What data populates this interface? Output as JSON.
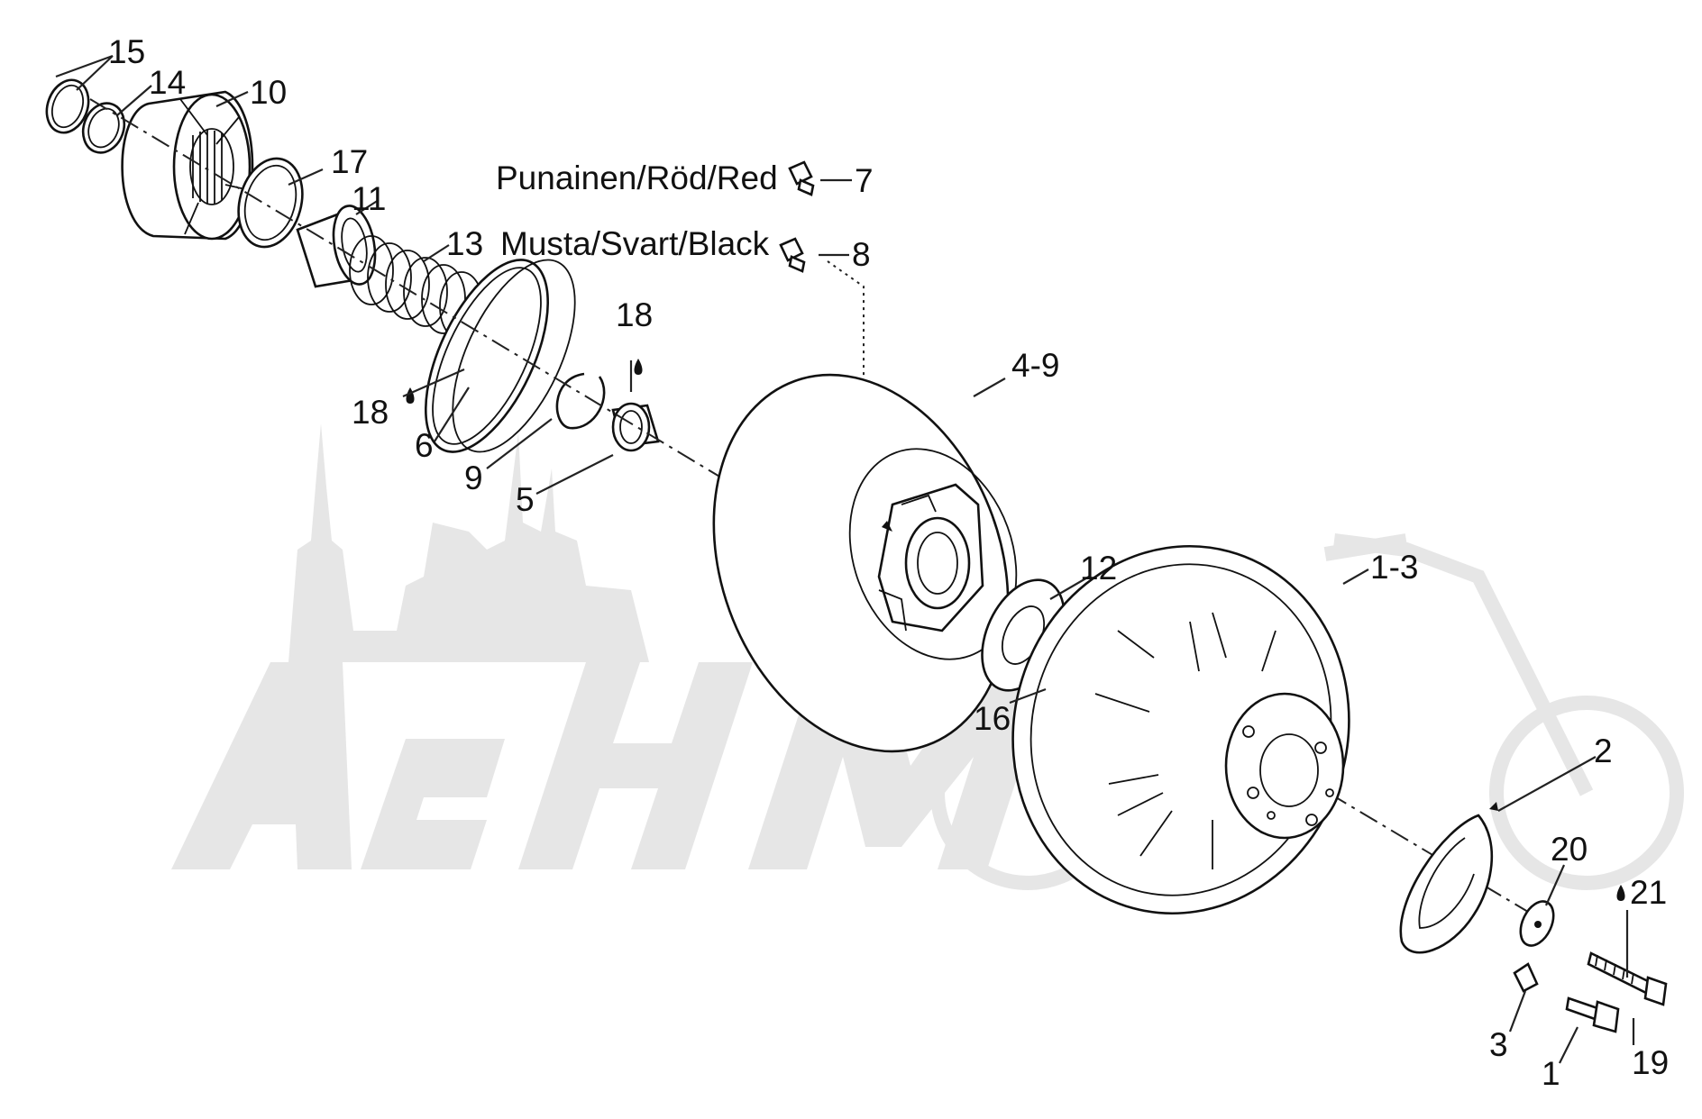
{
  "watermark": {
    "text": "AeHM",
    "color": "#e6e6e6"
  },
  "colors": {
    "line": "#111111",
    "background": "#ffffff"
  },
  "callouts": {
    "c15": "15",
    "c14": "14",
    "c10": "10",
    "c17": "17",
    "c11": "11",
    "c13": "13",
    "c18a": "18",
    "c18b": "18",
    "c6": "6",
    "c9": "9",
    "c5": "5",
    "c7": "7",
    "c8": "8",
    "c4_9": "4-9",
    "c12": "12",
    "c16": "16",
    "c1_3": "1-3",
    "c2": "2",
    "c20": "20",
    "c21": "21",
    "c19": "19",
    "c3": "3",
    "c1": "1"
  },
  "color_legend": {
    "red_label": "Punainen/Röd/Red",
    "black_label": "Musta/Svart/Black"
  },
  "icons": [
    "grease-drop-icon",
    "slider-block-icon"
  ]
}
